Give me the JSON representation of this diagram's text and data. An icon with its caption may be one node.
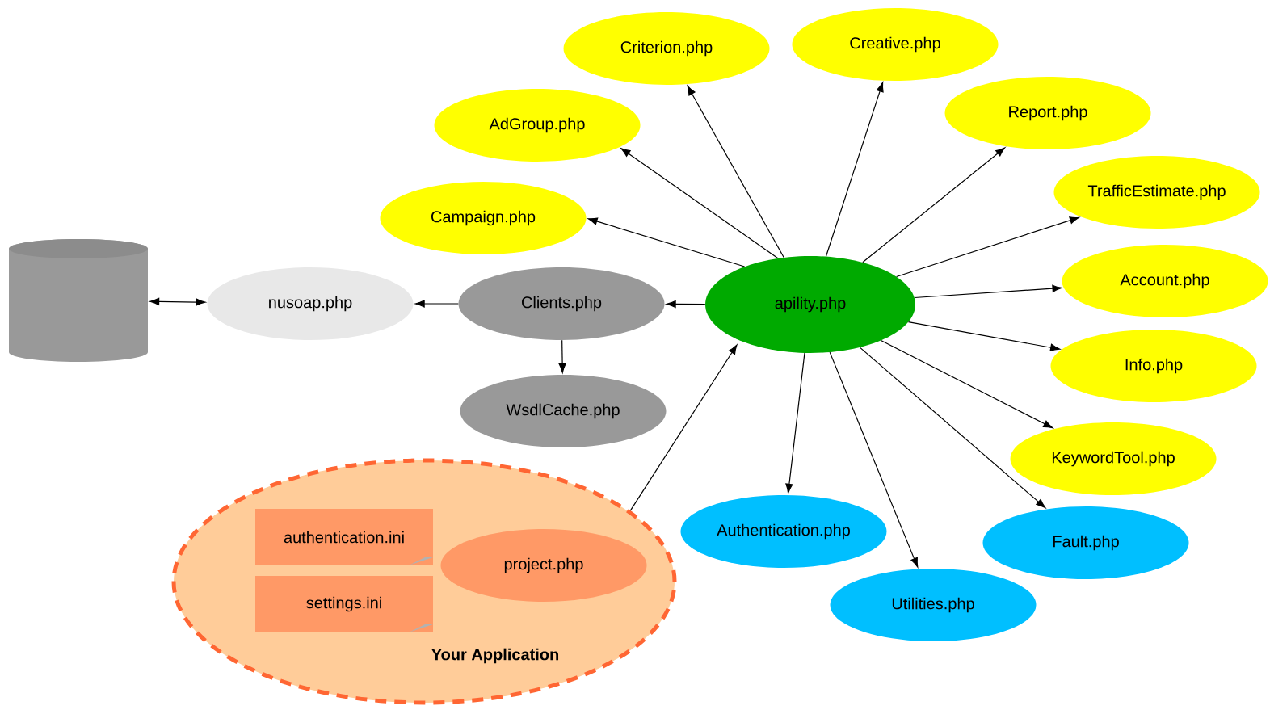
{
  "diagram": {
    "nodes": [
      {
        "text": [
          "Criterion.php"
        ]
      },
      {
        "text": [
          "Creative.php"
        ]
      },
      {
        "text": [
          "AdGroup.php"
        ]
      },
      {
        "text": [
          "Report.php"
        ]
      },
      {
        "text": [
          "TrafficEstimate.php"
        ]
      },
      {
        "text": [
          "Campaign.php"
        ]
      },
      {
        "text": [
          "Account.php"
        ]
      },
      {
        "text": [],
        "shape": "cylinder"
      },
      {
        "text": [
          "nusoap.php"
        ]
      },
      {
        "text": [
          "Clients.php"
        ]
      },
      {
        "text": [
          "apility.php"
        ]
      },
      {
        "text": [
          "Info.php"
        ]
      },
      {
        "text": [
          "WsdlCache.php"
        ]
      },
      {
        "text": [
          "KeywordTool.php"
        ]
      },
      {
        "text": [
          "Your Application"
        ]
      },
      {
        "text": [
          "authentication.ini"
        ],
        "in": 14
      },
      {
        "text": [
          "project.php"
        ],
        "in": 14
      },
      {
        "text": [
          "settings.ini"
        ],
        "in": 14
      },
      {
        "text": [
          "Authentication.php"
        ]
      },
      {
        "text": [
          "Fault.php"
        ]
      },
      {
        "text": [
          "Utilities.php"
        ]
      }
    ],
    "edges": [
      {
        "from": 7,
        "to": 8,
        "arrow": "both"
      },
      {
        "from": 9,
        "to": 8,
        "arrow": "to"
      },
      {
        "from": 9,
        "to": 12,
        "arrow": "to"
      },
      {
        "from": 10,
        "to": 9,
        "arrow": "to"
      },
      {
        "from": 10,
        "to": 5,
        "arrow": "to"
      },
      {
        "from": 10,
        "to": 2,
        "arrow": "to"
      },
      {
        "from": 10,
        "to": 0,
        "arrow": "to"
      },
      {
        "from": 10,
        "to": 1,
        "arrow": "to"
      },
      {
        "from": 10,
        "to": 3,
        "arrow": "to"
      },
      {
        "from": 10,
        "to": 4,
        "arrow": "to"
      },
      {
        "from": 10,
        "to": 6,
        "arrow": "to"
      },
      {
        "from": 10,
        "to": 11,
        "arrow": "to"
      },
      {
        "from": 10,
        "to": 13,
        "arrow": "to"
      },
      {
        "from": 10,
        "to": 19,
        "arrow": "to"
      },
      {
        "from": 10,
        "to": 20,
        "arrow": "to"
      },
      {
        "from": 10,
        "to": 18,
        "arrow": "to"
      },
      {
        "from": 14,
        "to": 10,
        "arrow": "to"
      }
    ]
  }
}
